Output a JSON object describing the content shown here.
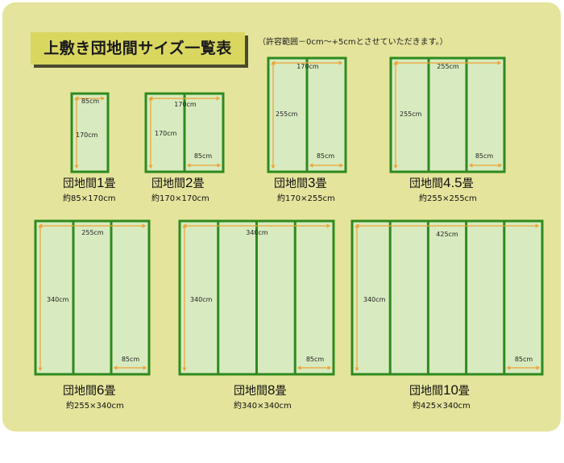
{
  "title": "上敷き団地間サイズ一覧表",
  "tolerance_note": "（許容範囲－0cm～+5cmとさせていただきます。）",
  "colors": {
    "panel_bg": "#e4e49c",
    "title_bg": "#d9d760",
    "mat_fill": "#d8ebc0",
    "mat_border": "#2e8a1e",
    "dimension_arrow": "#f0a030"
  },
  "mats": [
    {
      "id": "1",
      "label": "団地間",
      "count": "1",
      "unit": "畳",
      "size": "約85×170cm",
      "width_label": "85cm",
      "height_label": "170cm",
      "piece_label": ""
    },
    {
      "id": "2",
      "label": "団地間",
      "count": "2",
      "unit": "畳",
      "size": "約170×170cm",
      "width_label": "170cm",
      "height_label": "170cm",
      "piece_label": "85cm"
    },
    {
      "id": "3",
      "label": "団地間",
      "count": "3",
      "unit": "畳",
      "size": "約170×255cm",
      "width_label": "170cm",
      "height_label": "255cm",
      "piece_label": "85cm"
    },
    {
      "id": "4.5",
      "label": "団地間",
      "count": "4.5",
      "unit": "畳",
      "size": "約255×255cm",
      "width_label": "255cm",
      "height_label": "255cm",
      "piece_label": "85cm"
    },
    {
      "id": "6",
      "label": "団地間",
      "count": "6",
      "unit": "畳",
      "size": "約255×340cm",
      "width_label": "255cm",
      "height_label": "340cm",
      "piece_label": "85cm"
    },
    {
      "id": "8",
      "label": "団地間",
      "count": "8",
      "unit": "畳",
      "size": "約340×340cm",
      "width_label": "340cm",
      "height_label": "340cm",
      "piece_label": "85cm"
    },
    {
      "id": "10",
      "label": "団地間",
      "count": "10",
      "unit": "畳",
      "size": "約425×340cm",
      "width_label": "425cm",
      "height_label": "340cm",
      "piece_label": "85cm"
    }
  ]
}
